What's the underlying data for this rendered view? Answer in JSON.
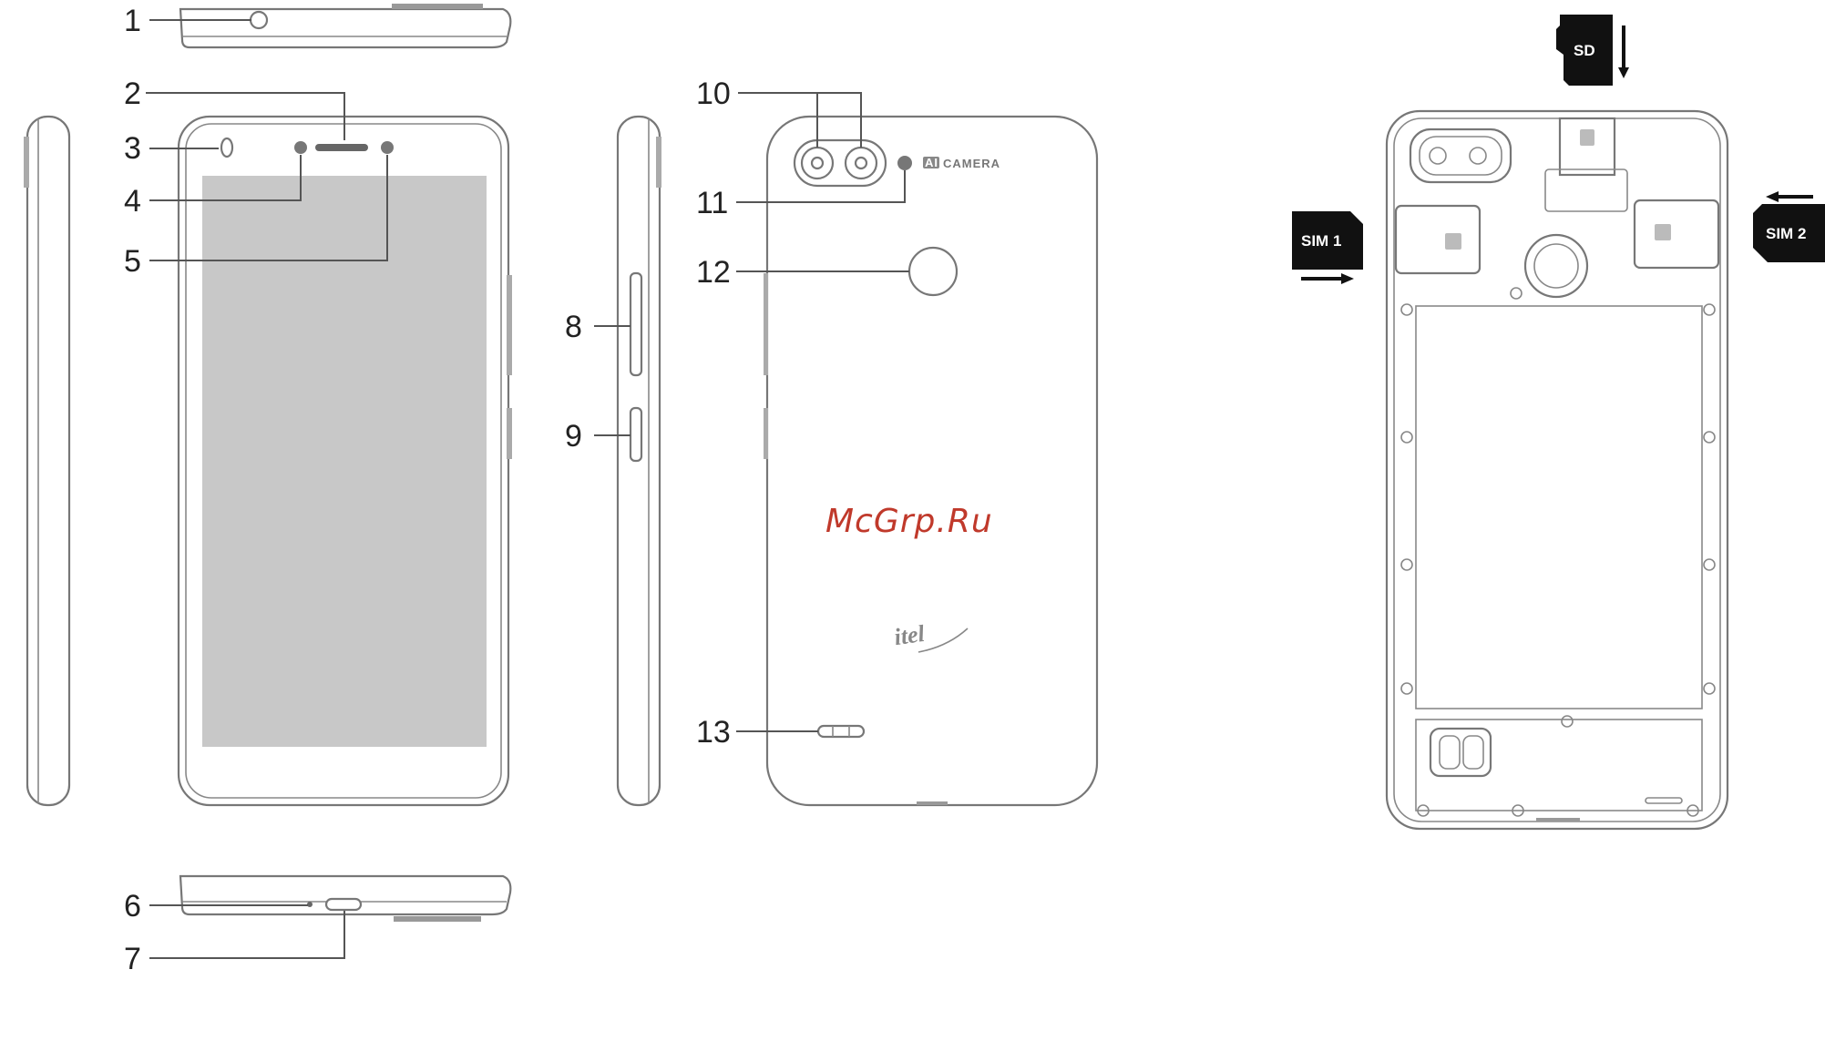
{
  "callouts": {
    "c1": "1",
    "c2": "2",
    "c3": "3",
    "c4": "4",
    "c5": "5",
    "c6": "6",
    "c7": "7",
    "c8": "8",
    "c9": "9",
    "c10": "10",
    "c11": "11",
    "c12": "12",
    "c13": "13"
  },
  "back": {
    "camera_badge": "AI",
    "camera_label": "CAMERA",
    "brand_logo": "itel"
  },
  "cards": {
    "sd": "SD",
    "sim1": "SIM 1",
    "sim2": "SIM 2"
  },
  "watermark": "McGrp.Ru",
  "colors": {
    "outline": "#777777",
    "screen": "#c8c8c8",
    "card": "#111111",
    "watermark": "#c0392b"
  }
}
